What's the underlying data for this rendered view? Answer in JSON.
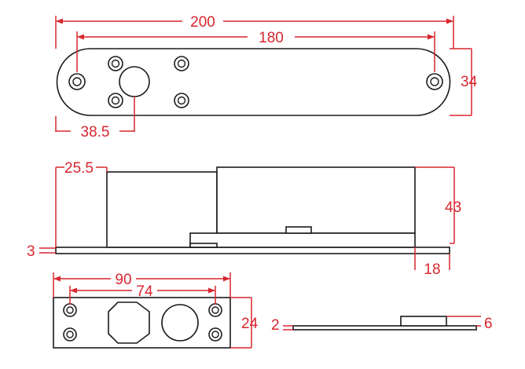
{
  "colors": {
    "dimension": "#d8262e",
    "outline": "#1a1a1a",
    "background": "#ffffff"
  },
  "top_view": {
    "dim_overall_length": "200",
    "dim_hole_spacing": "180",
    "dim_height": "34",
    "dim_bolt_offset": "38.5"
  },
  "side_view": {
    "dim_housing_offset": "25.5",
    "dim_body_height": "43",
    "dim_plate_thickness": "3",
    "dim_bolt_projection": "18"
  },
  "strike_plate": {
    "dim_width": "90",
    "dim_hole_spacing": "74",
    "dim_height": "24"
  },
  "strike_side": {
    "dim_thickness": "2",
    "dim_block_height": "6"
  }
}
